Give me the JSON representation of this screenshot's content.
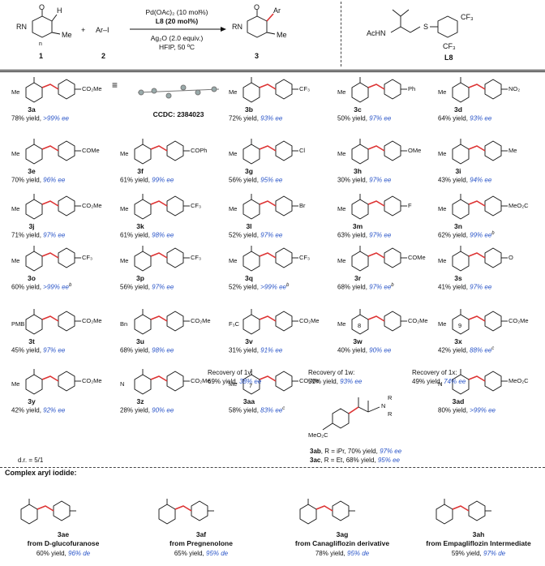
{
  "scheme": {
    "sub1_id": "1",
    "sub2_id": "2",
    "prod_id": "3",
    "lig_id": "L8",
    "aryl": "Ar–I",
    "plus": "+",
    "conds": [
      "Pd(OAc)₂ (10 mol%)",
      "L8 (20 mol%)",
      "Ag₂O (2.0 equiv.)",
      "HFIP, 50 ºC"
    ],
    "labels": {
      "rn": "RN",
      "me": "Me",
      "n": "n",
      "h": "H",
      "ar": "Ar",
      "o": "O",
      "acnh": "AcHN",
      "s": "S",
      "cf3a": "CF₃",
      "cf3b": "CF₃"
    }
  },
  "crystal": {
    "ccdc": "CCDC: 2384023"
  },
  "section_label": "Complex aryl iodide:",
  "equiv_sign": "≡",
  "products": [
    {
      "id": "3a",
      "yield": "78% yield,",
      "ee": ">99% ee",
      "sup": "",
      "ar": "CO₂Me",
      "n": "Me"
    },
    {
      "id": "3b",
      "yield": "72% yield,",
      "ee": "93% ee",
      "sup": "",
      "ar": "CF₃",
      "n": "Me"
    },
    {
      "id": "3c",
      "yield": "50% yield,",
      "ee": "97% ee",
      "sup": "",
      "ar": "Ph",
      "n": "Me"
    },
    {
      "id": "3d",
      "yield": "64% yield,",
      "ee": "93% ee",
      "sup": "",
      "ar": "NO₂",
      "n": "Me"
    },
    {
      "id": "3e",
      "yield": "70% yield,",
      "ee": "96% ee",
      "sup": "",
      "ar": "COMe",
      "n": "Me"
    },
    {
      "id": "3f",
      "yield": "61% yield,",
      "ee": "99% ee",
      "sup": "",
      "ar": "COPh",
      "n": "Me"
    },
    {
      "id": "3g",
      "yield": "56% yield,",
      "ee": "95% ee",
      "sup": "",
      "ar": "Cl",
      "n": "Me"
    },
    {
      "id": "3h",
      "yield": "30% yield,",
      "ee": "97% ee",
      "sup": "",
      "ar": "OMe",
      "n": "Me"
    },
    {
      "id": "3i",
      "yield": "43% yield,",
      "ee": "94% ee",
      "sup": "",
      "ar": "Me",
      "n": "Me"
    },
    {
      "id": "3j",
      "yield": "71% yield,",
      "ee": "97% ee",
      "sup": "",
      "ar": "CO₂Me",
      "n": "Me"
    },
    {
      "id": "3k",
      "yield": "61% yield,",
      "ee": "98% ee",
      "sup": "",
      "ar": "CF₃",
      "n": "Me"
    },
    {
      "id": "3l",
      "yield": "52% yield,",
      "ee": "97% ee",
      "sup": "",
      "ar": "Br",
      "n": "Me"
    },
    {
      "id": "3m",
      "yield": "63% yield,",
      "ee": "97% ee",
      "sup": "",
      "ar": "F",
      "n": "Me"
    },
    {
      "id": "3n",
      "yield": "62% yield,",
      "ee": "99% ee",
      "sup": "b",
      "ar": "MeO₂C",
      "n": "Me"
    },
    {
      "id": "3o",
      "yield": "60% yield,",
      "ee": ">99% ee",
      "sup": "b",
      "ar": "CF₃",
      "n": "Me"
    },
    {
      "id": "3p",
      "yield": "56% yield,",
      "ee": "97% ee",
      "sup": "",
      "ar": "CF₃",
      "n": "Me"
    },
    {
      "id": "3q",
      "yield": "52% yield,",
      "ee": ">99% ee",
      "sup": "b",
      "ar": "CF₃",
      "n": "Me"
    },
    {
      "id": "3r",
      "yield": "68% yield,",
      "ee": "97% ee",
      "sup": "b",
      "ar": "COMe",
      "n": "Me"
    },
    {
      "id": "3s",
      "yield": "41% yield,",
      "ee": "97% ee",
      "sup": "",
      "ar": "O",
      "n": "Me"
    },
    {
      "id": "3t",
      "yield": "45% yield,",
      "ee": "97% ee",
      "sup": "",
      "ar": "CO₂Me",
      "n": "PMB"
    },
    {
      "id": "3u",
      "yield": "68% yield,",
      "ee": "98% ee",
      "sup": "",
      "ar": "CO₂Me",
      "n": "Bn"
    },
    {
      "id": "3v",
      "yield": "31% yield,",
      "ee": "91% ee",
      "sup": "",
      "ar": "CO₂Me",
      "n": "F₃C"
    },
    {
      "id": "3w",
      "yield": "40% yield,",
      "ee": "90% ee",
      "sup": "",
      "ar": "CO₂Me",
      "n": "Me"
    },
    {
      "id": "3x",
      "yield": "42% yield,",
      "ee": "88% ee",
      "sup": "c",
      "ar": "CO₂Me",
      "n": "Me"
    },
    {
      "id": "3y",
      "yield": "42% yield,",
      "ee": "92% ee",
      "sup": "",
      "ar": "CO₂Me",
      "n": "Me"
    },
    {
      "id": "3z",
      "yield": "28% yield,",
      "ee": "90% ee",
      "sup": "",
      "ar": "CO₂Me",
      "n": "N"
    },
    {
      "id": "3aa",
      "yield": "58% yield,",
      "ee": "83% ee",
      "sup": "c",
      "ar": "CO₂Me",
      "n": "Me"
    },
    {
      "id": "3ad",
      "yield": "80% yield,",
      "ee": ">99% ee",
      "sup": "",
      "ar": "MeO₂C",
      "n": "N"
    }
  ],
  "recovery": {
    "v": {
      "label": "Recovery of 1v:",
      "yield": "69% yield,",
      "ee": "38% ee"
    },
    "w": {
      "label": "Recovery of 1w:",
      "yield": "51% yield,",
      "ee": "93% ee"
    },
    "x": {
      "label": "Recovery of 1x:",
      "yield": "49% yield,",
      "ee": "74% ee"
    }
  },
  "extra": {
    "dr_3y": "d.r. = 5/1",
    "ab": {
      "id": "3ab",
      "text": ", R = iPr, 70% yield, ",
      "ee": "97% ee"
    },
    "ac": {
      "id": "3ac",
      "text": ", R = Et, 68% yield, ",
      "ee": "95% ee"
    },
    "ring8": "8",
    "ring9": "9",
    "ring7": "7",
    "nr": "N",
    "r": "R",
    "co2me_ab": "MeO₂C"
  },
  "complex": [
    {
      "id": "3ae",
      "src": "from D-glucofuranose",
      "yield": "60% yield,",
      "ee": "96% de"
    },
    {
      "id": "3af",
      "src": "from Pregnenolone",
      "yield": "65% yield,",
      "ee": "95% de"
    },
    {
      "id": "3ag",
      "src": "from Canagliflozin derivative",
      "yield": "78% yield,",
      "ee": "95% de"
    },
    {
      "id": "3ah",
      "src": "from Empagliflozin Intermediate",
      "yield": "59% yield,",
      "ee": "97% de"
    }
  ]
}
